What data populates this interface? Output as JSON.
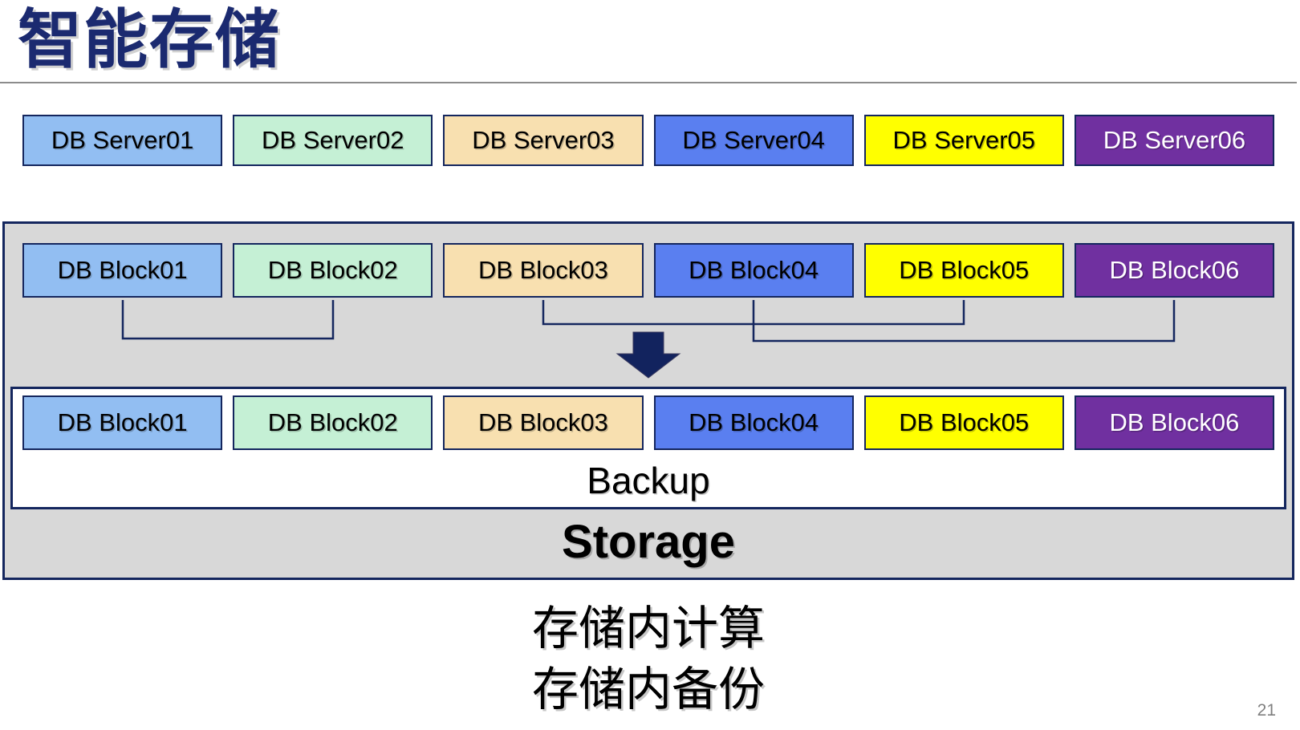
{
  "title": "智能存储",
  "page_number": "21",
  "caption": {
    "line1": "存储内计算",
    "line2": "存储内备份"
  },
  "storage_panel": {
    "backup_label": "Backup",
    "storage_label": "Storage"
  },
  "servers": [
    {
      "label": "DB Server01",
      "bg": "#92BEF2",
      "fg": "#000000"
    },
    {
      "label": "DB Server02",
      "bg": "#C5F0D5",
      "fg": "#000000"
    },
    {
      "label": "DB Server03",
      "bg": "#F8E0B0",
      "fg": "#000000"
    },
    {
      "label": "DB Server04",
      "bg": "#5A7FF0",
      "fg": "#000000"
    },
    {
      "label": "DB Server05",
      "bg": "#FFFF00",
      "fg": "#000000"
    },
    {
      "label": "DB Server06",
      "bg": "#7030A0",
      "fg": "#FFFFFF"
    }
  ],
  "source_blocks": [
    {
      "label": "DB Block01",
      "bg": "#92BEF2",
      "fg": "#000000"
    },
    {
      "label": "DB Block02",
      "bg": "#C5F0D5",
      "fg": "#000000"
    },
    {
      "label": "DB Block03",
      "bg": "#F8E0B0",
      "fg": "#000000"
    },
    {
      "label": "DB Block04",
      "bg": "#5A7FF0",
      "fg": "#000000"
    },
    {
      "label": "DB Block05",
      "bg": "#FFFF00",
      "fg": "#000000"
    },
    {
      "label": "DB Block06",
      "bg": "#7030A0",
      "fg": "#FFFFFF"
    }
  ],
  "backup_blocks": [
    {
      "label": "DB Block01",
      "bg": "#92BEF2",
      "fg": "#000000"
    },
    {
      "label": "DB Block02",
      "bg": "#C5F0D5",
      "fg": "#000000"
    },
    {
      "label": "DB Block03",
      "bg": "#F8E0B0",
      "fg": "#000000"
    },
    {
      "label": "DB Block04",
      "bg": "#5A7FF0",
      "fg": "#000000"
    },
    {
      "label": "DB Block05",
      "bg": "#FFFF00",
      "fg": "#000000"
    },
    {
      "label": "DB Block06",
      "bg": "#7030A0",
      "fg": "#FFFFFF"
    }
  ],
  "colors": {
    "navy": "#14265E",
    "title": "#1B2A70",
    "arrow": "#12235E",
    "panel_gray": "#D8D8D8",
    "rule_gray": "#8C8C8C",
    "page_number_gray": "#7F7F7F"
  }
}
